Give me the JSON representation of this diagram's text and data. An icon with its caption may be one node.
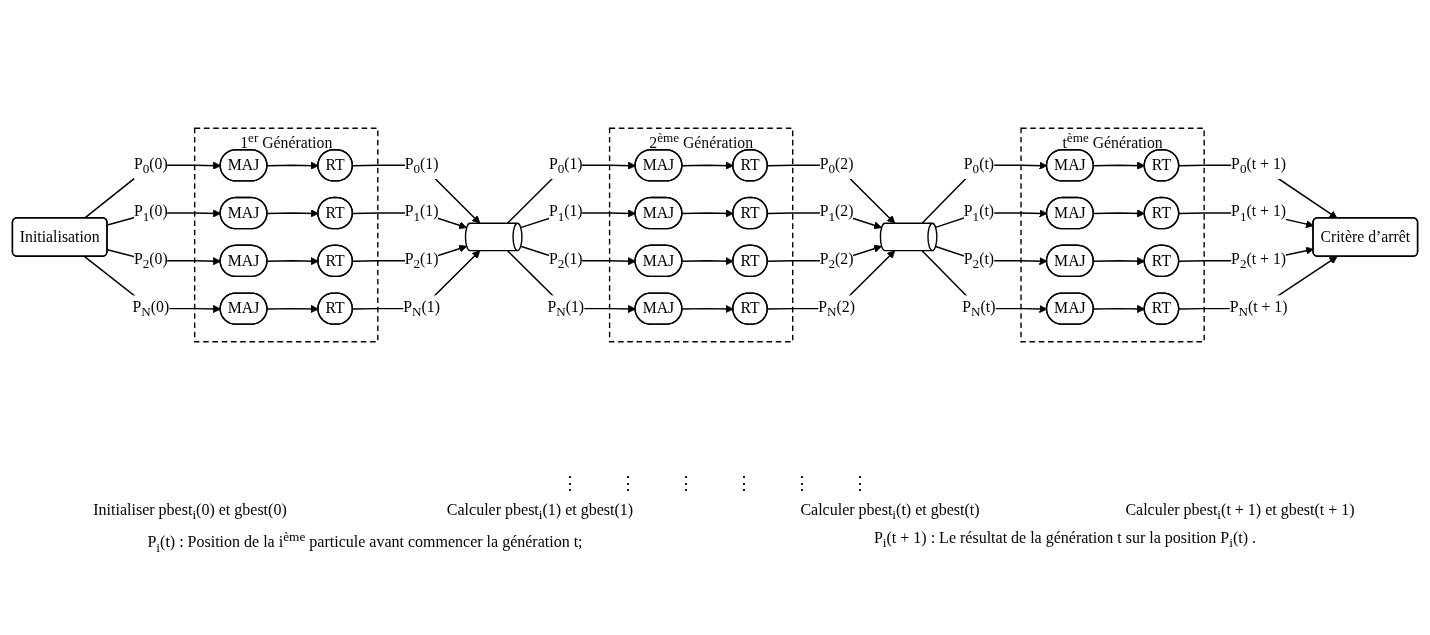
{
  "diagram": {
    "nodes": [
      {
        "text": [
          "Initialisation"
        ]
      },
      {
        "text": [
          "1$^{er}$ Génération"
        ]
      },
      {
        "text": [
          "MAJ"
        ],
        "in": 1
      },
      {
        "text": [
          "RT"
        ],
        "in": 1
      },
      {
        "text": [
          "MAJ"
        ],
        "in": 1
      },
      {
        "text": [
          "RT"
        ],
        "in": 1
      },
      {
        "text": [
          "MAJ"
        ],
        "in": 1
      },
      {
        "text": [
          "RT"
        ],
        "in": 1
      },
      {
        "text": [
          "MAJ"
        ],
        "in": 1
      },
      {
        "text": [
          "RT"
        ],
        "in": 1
      },
      {
        "text": [],
        "shape": "cylinder"
      },
      {
        "text": [
          "2$^{ème}$ Génération"
        ]
      },
      {
        "text": [
          "MAJ"
        ],
        "in": 11
      },
      {
        "text": [
          "RT"
        ],
        "in": 11
      },
      {
        "text": [
          "MAJ"
        ],
        "in": 11
      },
      {
        "text": [
          "RT"
        ],
        "in": 11
      },
      {
        "text": [
          "MAJ"
        ],
        "in": 11
      },
      {
        "text": [
          "RT"
        ],
        "in": 11
      },
      {
        "text": [
          "MAJ"
        ],
        "in": 11
      },
      {
        "text": [
          "RT"
        ],
        "in": 11
      },
      {
        "text": [],
        "shape": "cylinder"
      },
      {
        "text": [
          "t$^{ème}$ Génération"
        ]
      },
      {
        "text": [
          "MAJ"
        ],
        "in": 21
      },
      {
        "text": [
          "RT"
        ],
        "in": 21
      },
      {
        "text": [
          "MAJ"
        ],
        "in": 21
      },
      {
        "text": [
          "RT"
        ],
        "in": 21
      },
      {
        "text": [
          "MAJ"
        ],
        "in": 21
      },
      {
        "text": [
          "RT"
        ],
        "in": 21
      },
      {
        "text": [
          "MAJ"
        ],
        "in": 21
      },
      {
        "text": [
          "RT"
        ],
        "in": 21
      },
      {
        "text": [
          "Critère d’arrêt"
        ]
      }
    ],
    "edges": [
      {
        "from": 0,
        "to": 2,
        "arrow": "to",
        "label": "P$_{0}$(0)"
      },
      {
        "from": 0,
        "to": 4,
        "arrow": "to",
        "label": "P$_{1}$(0)"
      },
      {
        "from": 0,
        "to": 6,
        "arrow": "to",
        "label": "P$_{2}$(0)"
      },
      {
        "from": 0,
        "to": 8,
        "arrow": "to",
        "label": "P$_{N}$(0)"
      },
      {
        "from": 2,
        "to": 3,
        "arrow": "to"
      },
      {
        "from": 4,
        "to": 5,
        "arrow": "to"
      },
      {
        "from": 6,
        "to": 7,
        "arrow": "to"
      },
      {
        "from": 8,
        "to": 9,
        "arrow": "to"
      },
      {
        "from": 3,
        "to": 10,
        "arrow": "to",
        "label": "P$_{0}$(1)"
      },
      {
        "from": 5,
        "to": 10,
        "arrow": "to",
        "label": "P$_{1}$(1)"
      },
      {
        "from": 7,
        "to": 10,
        "arrow": "to",
        "label": "P$_{2}$(1)"
      },
      {
        "from": 9,
        "to": 10,
        "arrow": "to",
        "label": "P$_{N}$(1)"
      },
      {
        "from": 10,
        "to": 12,
        "arrow": "to",
        "label": "P$_{0}$(1)"
      },
      {
        "from": 10,
        "to": 14,
        "arrow": "to",
        "label": "P$_{1}$(1)"
      },
      {
        "from": 10,
        "to": 16,
        "arrow": "to",
        "label": "P$_{2}$(1)"
      },
      {
        "from": 10,
        "to": 18,
        "arrow": "to",
        "label": "P$_{N}$(1)"
      },
      {
        "from": 12,
        "to": 13,
        "arrow": "to"
      },
      {
        "from": 14,
        "to": 15,
        "arrow": "to"
      },
      {
        "from": 16,
        "to": 17,
        "arrow": "to"
      },
      {
        "from": 18,
        "to": 19,
        "arrow": "to"
      },
      {
        "from": 13,
        "to": 20,
        "arrow": "to",
        "label": "P$_{0}$(2)"
      },
      {
        "from": 15,
        "to": 20,
        "arrow": "to",
        "label": "P$_{1}$(2)"
      },
      {
        "from": 17,
        "to": 20,
        "arrow": "to",
        "label": "P$_{2}$(2)"
      },
      {
        "from": 19,
        "to": 20,
        "arrow": "to",
        "label": "P$_{N}$(2)"
      },
      {
        "from": 20,
        "to": 22,
        "arrow": "to",
        "label": "P$_{0}$(t)"
      },
      {
        "from": 20,
        "to": 24,
        "arrow": "to",
        "label": "P$_{1}$(t)"
      },
      {
        "from": 20,
        "to": 26,
        "arrow": "to",
        "label": "P$_{2}$(t)"
      },
      {
        "from": 20,
        "to": 28,
        "arrow": "to",
        "label": "P$_{N}$(t)"
      },
      {
        "from": 22,
        "to": 23,
        "arrow": "to"
      },
      {
        "from": 24,
        "to": 25,
        "arrow": "to"
      },
      {
        "from": 26,
        "to": 27,
        "arrow": "to"
      },
      {
        "from": 28,
        "to": 29,
        "arrow": "to"
      },
      {
        "from": 23,
        "to": 30,
        "arrow": "to",
        "label": "P$_{0}$(t + 1)"
      },
      {
        "from": 25,
        "to": 30,
        "arrow": "to",
        "label": "P$_{1}$(t + 1)"
      },
      {
        "from": 27,
        "to": 30,
        "arrow": "to",
        "label": "P$_{2}$(t + 1)"
      },
      {
        "from": 29,
        "to": 30,
        "arrow": "to",
        "label": "P$_{N}$(t + 1)"
      }
    ],
    "labels": [
      "⋮",
      "⋮",
      "⋮",
      "⋮",
      "⋮",
      "⋮",
      "Initialiser pbest$_{i}$(0) et gbest(0)",
      "Calculer pbest$_{i}$(1) et gbest(1)",
      "Calculer pbest$_{i}$(t) et gbest(t)",
      "Calculer pbest$_{i}$(t + 1) et gbest(t + 1)",
      "P$_{i}$(t) : Position de la i$^{ème}$ particule avant commencer la génération t;",
      "P$_{i}$(t + 1) : Le résultat de la génération t sur la position P$_{i}$(t) ."
    ]
  }
}
